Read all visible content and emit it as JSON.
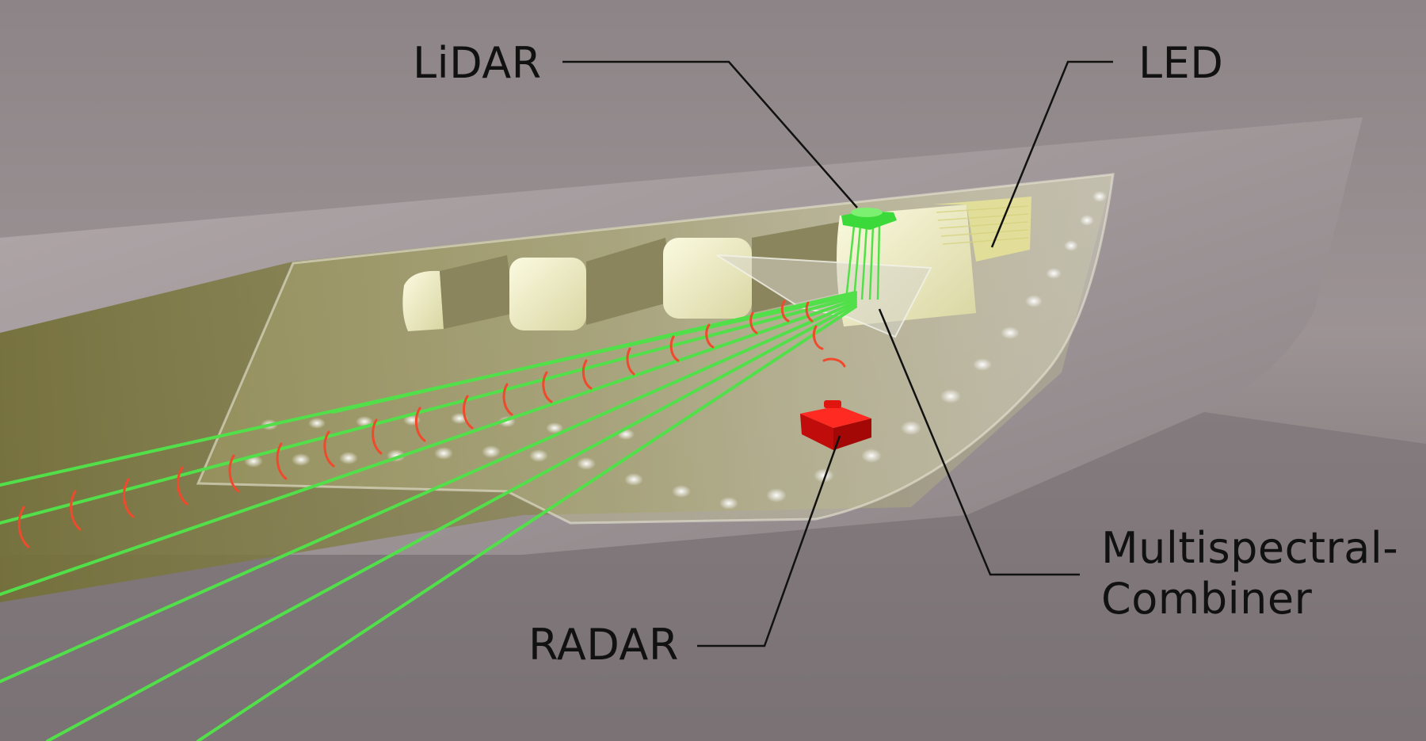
{
  "labels": {
    "lidar": "LiDAR",
    "led": "LED",
    "multispectral_line1": "Multispectral-",
    "multispectral_line2": "Combiner",
    "radar": "RADAR"
  },
  "colors": {
    "background": "#8f8789",
    "housing": "#a39a9c",
    "lidar_beam": "#52e04a",
    "radar_wave": "#f0492c",
    "radar_module": "#e0110f",
    "led_module": "#f2f0c2",
    "label_text": "#111111"
  },
  "icons": {
    "lidar": "lidar-sensor-icon",
    "radar": "radar-module-icon",
    "led": "led-module-icon"
  }
}
